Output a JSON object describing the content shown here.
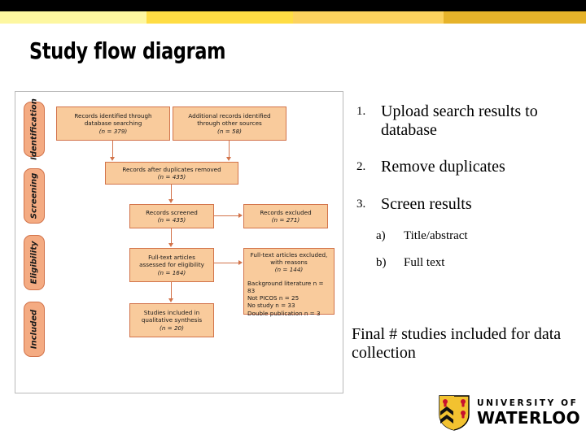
{
  "slide": {
    "title": "Study flow diagram",
    "header_bands": {
      "black": "#000000",
      "stripe_colors": [
        "#fdf7a0",
        "#ffdd44",
        "#fcd25e",
        "#e6b32a"
      ]
    }
  },
  "diagram": {
    "name": "PRISMA study flow diagram",
    "stages": [
      {
        "label": "Identification"
      },
      {
        "label": "Screening"
      },
      {
        "label": "Eligibility"
      },
      {
        "label": "Included"
      }
    ],
    "boxes": {
      "identified_database": {
        "line1": "Records identified through",
        "line2": "database searching",
        "n": "(n = 379)"
      },
      "identified_other": {
        "line1": "Additional records identified",
        "line2": "through other sources",
        "n": "(n = 58)"
      },
      "duplicates_removed": {
        "line1": "Records after duplicates removed",
        "n": "(n = 435)"
      },
      "records_screened": {
        "line1": "Records screened",
        "n": "(n = 435)"
      },
      "records_excluded": {
        "line1": "Records excluded",
        "n": "(n = 271)"
      },
      "fulltext_assessed": {
        "line1": "Full-text articles",
        "line2": "assessed for eligibility",
        "n": "(n = 164)"
      },
      "fulltext_excluded": {
        "line1": "Full-text articles excluded,",
        "line2": "with reasons",
        "n": "(n = 144)"
      },
      "exclusion_reasons": [
        "Background literature n = 83",
        "Not PICOS n = 25",
        "No study n = 33",
        "Double publication n = 3"
      ],
      "studies_included": {
        "line1": "Studies included in",
        "line2": "qualitative synthesis",
        "n": "(n = 20)"
      }
    },
    "colors": {
      "box_fill": "#f9cb9c",
      "box_border": "#d2734a",
      "stage_fill": "#f4ab82"
    }
  },
  "steps": {
    "items": [
      {
        "num": "1.",
        "text": "Upload search results to database"
      },
      {
        "num": "2.",
        "text": "Remove duplicates"
      },
      {
        "num": "3.",
        "text": "Screen results"
      }
    ],
    "substeps": [
      {
        "num": "a)",
        "text": "Title/abstract"
      },
      {
        "num": "b)",
        "text": "Full text"
      }
    ],
    "final_note": "Final # studies included for data collection"
  },
  "logo": {
    "top_line": "UNIVERSITY OF",
    "bottom_line": "WATERLOO",
    "shield_gold": "#f2c230",
    "shield_red": "#c8102e",
    "shield_black": "#000000"
  }
}
